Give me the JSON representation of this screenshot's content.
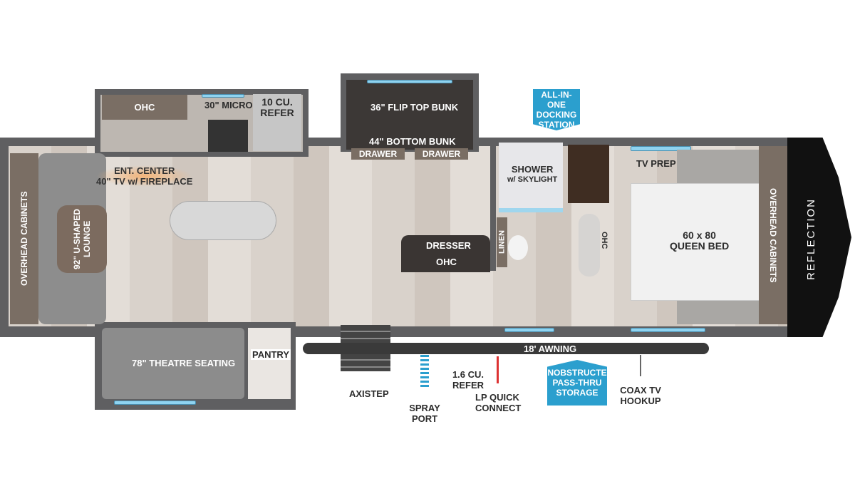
{
  "brand": "REFLECTION",
  "labels": {
    "ohc_kitchen": "OHC",
    "micro": "30\" MICRO",
    "refer": "10 CU. REFER",
    "ent_center": "ENT. CENTER",
    "ent_tv": "40\" TV w/ FIREPLACE",
    "overhead_left": "OVERHEAD CABINETS",
    "lounge": "92\" U-SHAPED LOUNGE",
    "theatre": "78\" THEATRE SEATING",
    "pantry": "PANTRY",
    "flip_bunk": "36\" FLIP TOP BUNK",
    "bottom_bunk": "44\" BOTTOM BUNK",
    "drawer_1": "DRAWER",
    "drawer_2": "DRAWER",
    "dresser": "DRESSER",
    "dresser_ohc": "OHC",
    "linen": "LINEN",
    "shower": "SHOWER",
    "shower_sub": "w/ SKYLIGHT",
    "bath_ohc": "OHC",
    "tv_prep": "TV PREP",
    "bed_size": "60 x 80",
    "bed": "QUEEN BED",
    "overhead_right": "OVERHEAD CABINETS",
    "awning": "18' AWNING",
    "axistep": "AXISTEP",
    "spray_port": "SPRAY PORT",
    "mini_refer": "1.6 CU. REFER",
    "lp": "LP QUICK CONNECT",
    "coax": "COAX TV HOOKUP"
  },
  "callouts": {
    "docking": "ALL-IN-ONE DOCKING STATION",
    "storage": "UNOBSTRUCTED PASS-THRU STORAGE"
  },
  "colors": {
    "callout": "#2b9fce",
    "wall": "#5f5f61",
    "window": "#8fd3f0"
  }
}
